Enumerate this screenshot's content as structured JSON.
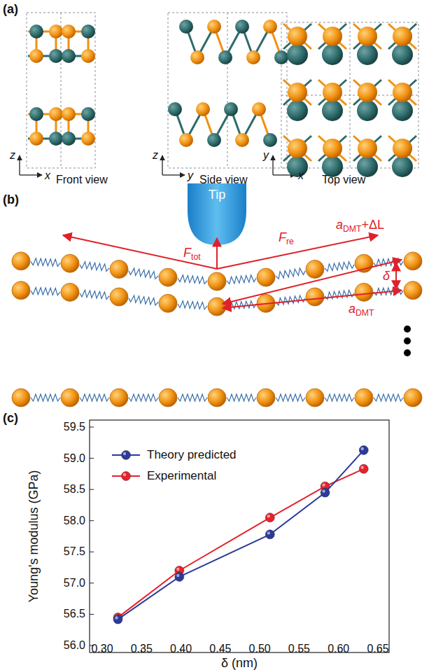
{
  "diagram": {
    "nodes": [
      {
        "text": [
          "Tip"
        ]
      }
    ],
    "labels": [
      "(a)",
      "z",
      "x",
      "Front view",
      "z",
      "y",
      "Side view",
      "y",
      "x",
      "Top view",
      "(b)",
      "F",
      "tot",
      "F",
      "re",
      "a",
      "DMT",
      "+ΔL",
      "δ",
      "a",
      "DMT",
      "(c)",
      "59.5",
      "59.0",
      "58.5",
      "58.0",
      "57.5",
      "57.0",
      "56.5",
      "56.0",
      "0.30",
      "0.35",
      "0.40",
      "0.45",
      "0.50",
      "0.55",
      "0.60",
      "0.65",
      "Young's modulus (GPa)",
      "δ (nm)"
    ],
    "legend": [
      {
        "text": "Theory predicted",
        "color": "#2b3a9a"
      },
      {
        "text": "Experimental",
        "color": "#e8202a"
      }
    ]
  }
}
